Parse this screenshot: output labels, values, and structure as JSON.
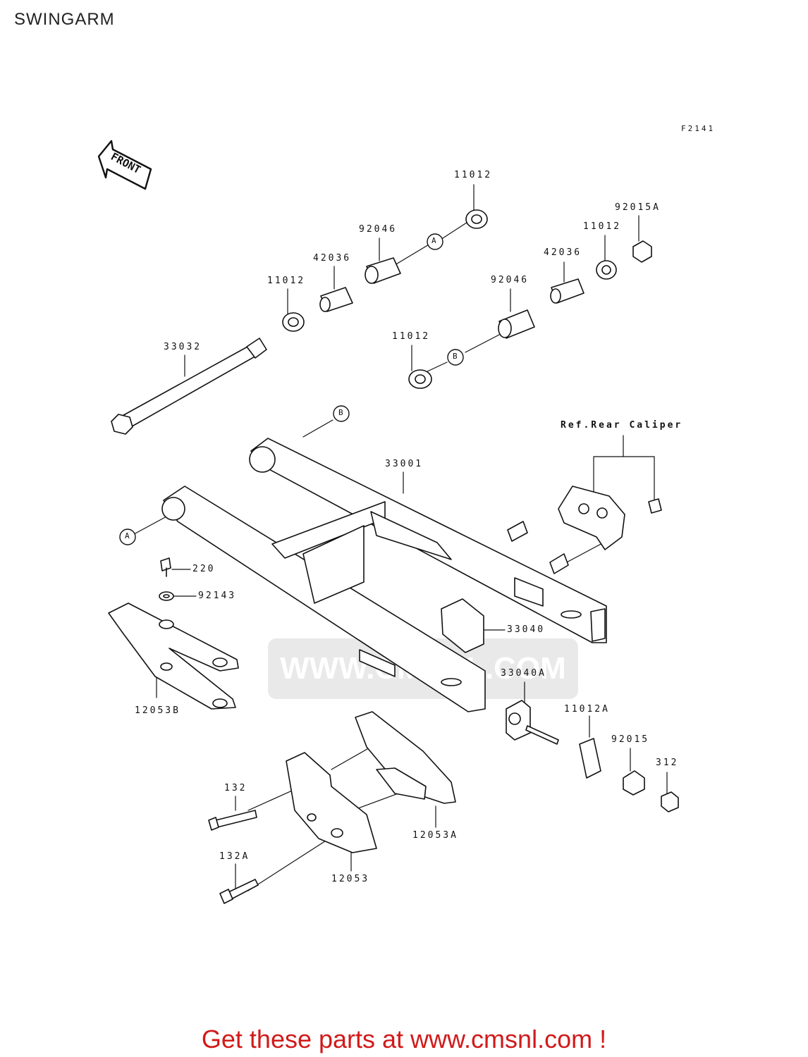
{
  "header": {
    "title": "SWINGARM",
    "diagram_code": "F2141"
  },
  "front_marker": {
    "label": "FRONT"
  },
  "parts": [
    {
      "id": "p1",
      "number": "11012"
    },
    {
      "id": "p2",
      "number": "92046"
    },
    {
      "id": "p3",
      "number": "42036"
    },
    {
      "id": "p4",
      "number": "11012"
    },
    {
      "id": "p5",
      "number": "92015A"
    },
    {
      "id": "p6",
      "number": "11012"
    },
    {
      "id": "p7",
      "number": "42036"
    },
    {
      "id": "p8",
      "number": "92046"
    },
    {
      "id": "p9",
      "number": "11012"
    },
    {
      "id": "p10",
      "number": "33032"
    },
    {
      "id": "p11",
      "number": "33001"
    },
    {
      "id": "p12",
      "number": "220"
    },
    {
      "id": "p13",
      "number": "92143"
    },
    {
      "id": "p14",
      "number": "33040"
    },
    {
      "id": "p15",
      "number": "33040A"
    },
    {
      "id": "p16",
      "number": "11012A"
    },
    {
      "id": "p17",
      "number": "92015"
    },
    {
      "id": "p18",
      "number": "312"
    },
    {
      "id": "p19",
      "number": "12053B"
    },
    {
      "id": "p20",
      "number": "132"
    },
    {
      "id": "p21",
      "number": "12053A"
    },
    {
      "id": "p22",
      "number": "132A"
    },
    {
      "id": "p23",
      "number": "12053"
    }
  ],
  "reference_markers": [
    "A",
    "B",
    "A",
    "B"
  ],
  "reference_note": "Ref.Rear Caliper",
  "watermark": {
    "text": "WWW.CMSNL.COM"
  },
  "footer": {
    "cta": "Get these parts at www.cmsnl.com !",
    "cta_color": "#d11a1a"
  }
}
